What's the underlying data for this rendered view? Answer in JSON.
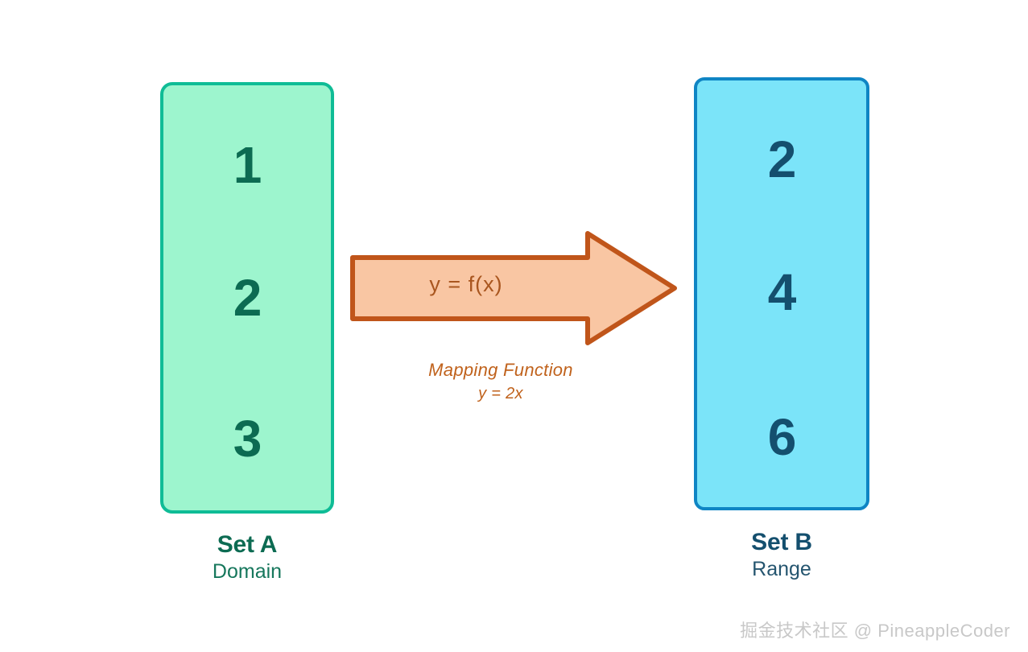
{
  "diagram": {
    "title": "Function mapping between two sets",
    "background": "#ffffff"
  },
  "set_a": {
    "box_fill": "#9DF5CE",
    "box_border": "#0FBC96",
    "value_color": "#0C6B52",
    "values": [
      "1",
      "2",
      "3"
    ],
    "caption_title": "Set A",
    "caption_sub": "Domain"
  },
  "set_b": {
    "box_fill": "#7BE4F9",
    "box_border": "#0F85C4",
    "value_color": "#144F6E",
    "values": [
      "2",
      "4",
      "6"
    ],
    "caption_title": "Set B",
    "caption_sub": "Range"
  },
  "arrow": {
    "fill": "#F9C6A3",
    "border": "#C0551A",
    "label": "y = f(x)",
    "label_color": "#A9561F",
    "direction": "left-to-right"
  },
  "mapping": {
    "title": "Mapping Function",
    "formula": "y = 2x",
    "color": "#C0621C"
  },
  "watermark": {
    "text": "掘金技术社区 @ PineappleCoder",
    "color": "#C8C8C8"
  },
  "chart_data": {
    "type": "diagram",
    "title": "Function mapping between two sets",
    "relation": "y = 2x",
    "pairs": [
      {
        "x": "1",
        "y": "2"
      },
      {
        "x": "2",
        "y": "4"
      },
      {
        "x": "3",
        "y": "6"
      }
    ],
    "domain_label": "Set A / Domain",
    "range_label": "Set B / Range",
    "mapping_label": "y = f(x)"
  }
}
